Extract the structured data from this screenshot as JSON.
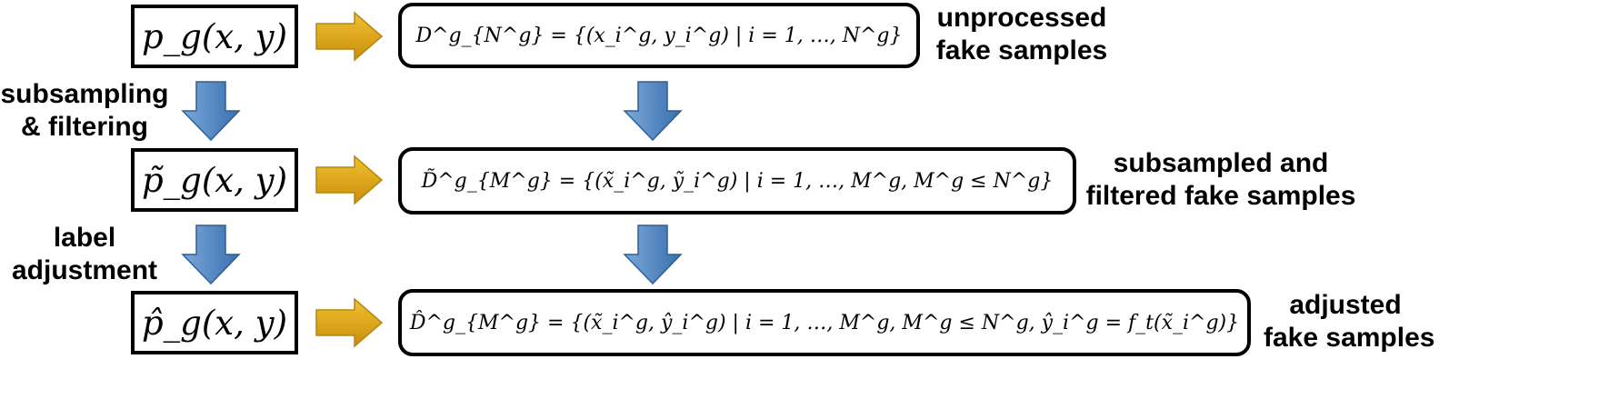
{
  "rows": [
    {
      "distribution": "p_g(x, y)",
      "dataset": "D^g_{N^g} = {(x_i^g, y_i^g) | i = 1, …, N^g}",
      "description": [
        "unprocessed",
        "fake samples"
      ]
    },
    {
      "distribution": "p̃_g(x, y)",
      "dataset": "D̃^g_{M^g} = {(x̃_i^g, ỹ_i^g) | i = 1, …, M^g, M^g ≤ N^g}",
      "description": [
        "subsampled and",
        "filtered fake samples"
      ]
    },
    {
      "distribution": "p̂_g(x, y)",
      "dataset": "D̂^g_{M^g} = {(x̃_i^g, ŷ_i^g) | i = 1, …, M^g, M^g ≤ N^g, ŷ_i^g = f_t(x̃_i^g)}",
      "description": [
        "adjusted",
        "fake samples"
      ]
    }
  ],
  "steps": [
    {
      "label": [
        "subsampling",
        "& filtering"
      ]
    },
    {
      "label": [
        "label",
        "adjustment"
      ]
    }
  ],
  "colors": {
    "down_arrow": "#4f87c3",
    "right_arrow": "#d6a215",
    "box_border": "#000000"
  }
}
